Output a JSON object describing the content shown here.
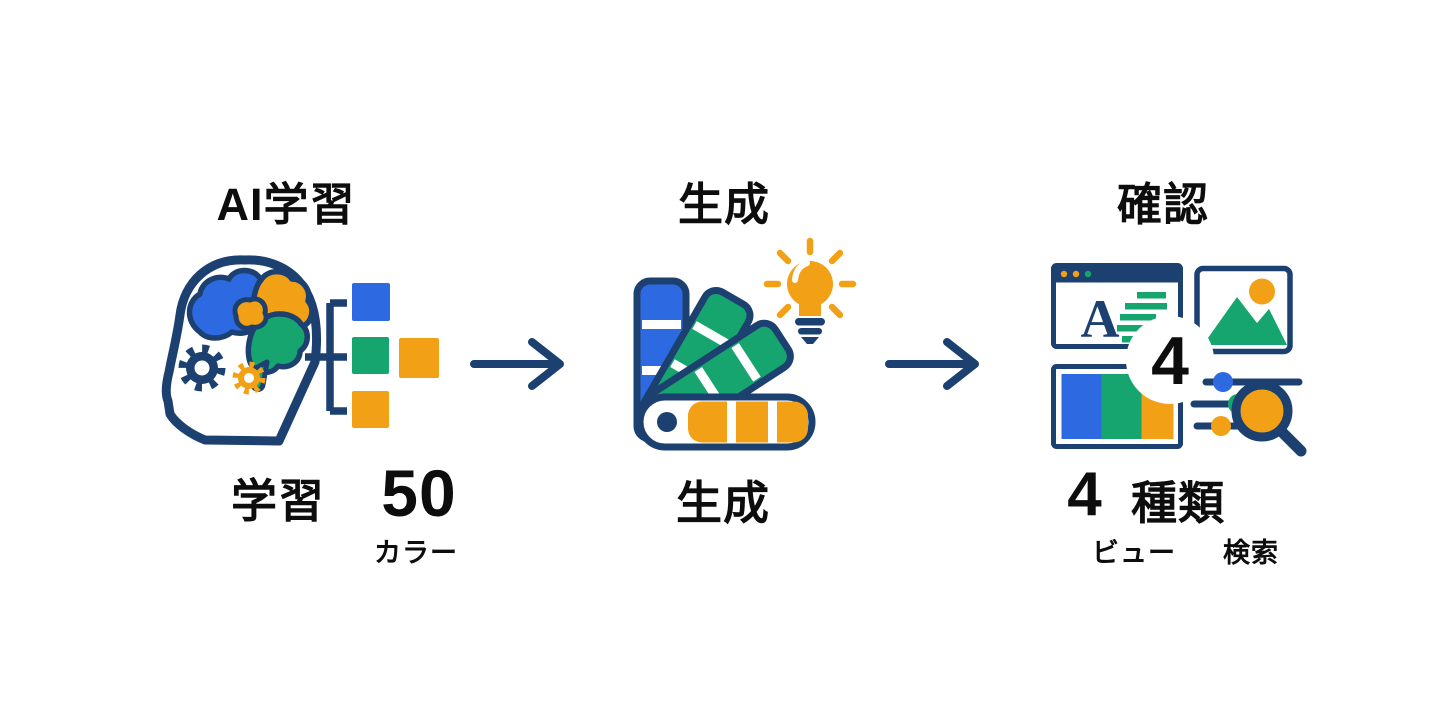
{
  "colors": {
    "c-navy": "#1c4170",
    "c-blue": "#2d6ae2",
    "c-green": "#17a56f",
    "c-orange": "#f2a116",
    "c-text": "#0d0d0d",
    "c-bg": "#ffffff"
  },
  "steps": {
    "learn": {
      "title": "AI学習",
      "caption_label": "学習",
      "count": "50",
      "count_unit": "カラー"
    },
    "generate": {
      "title": "生成",
      "caption_label": "生成"
    },
    "check": {
      "title": "確認",
      "badge": "4",
      "count": "4",
      "count_unit": "種類",
      "sub_left": "ビュー",
      "sub_right": "検索",
      "browser_letter": "A"
    }
  },
  "icons": {
    "step_learn": [
      "ai-brain-head-icon",
      "gear-icon",
      "mapping-bracket-icon",
      "color-squares-icon"
    ],
    "connectors": [
      "arrow-right-icon",
      "arrow-right-icon"
    ],
    "step_generate": [
      "color-swatch-fan-icon",
      "lightbulb-icon"
    ],
    "step_check": [
      "browser-text-icon",
      "image-icon",
      "chart-window-icon",
      "sliders-icon",
      "magnifier-icon",
      "count-badge"
    ]
  }
}
